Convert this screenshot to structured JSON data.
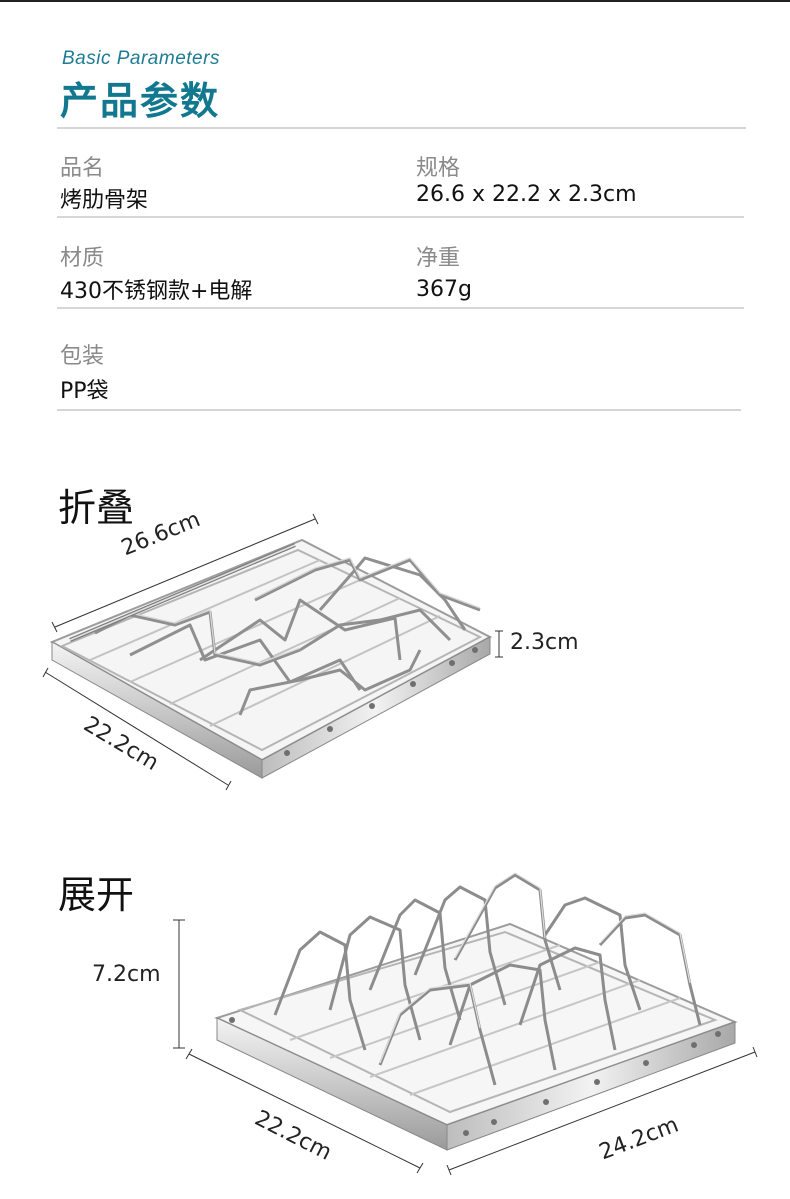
{
  "header": {
    "en_title": "Basic Parameters",
    "zh_title": "产品参数"
  },
  "params": {
    "name_label": "品名",
    "name_value": "烤肋骨架",
    "spec_label": "规格",
    "spec_value": "26.6 x 22.2 x 2.3cm",
    "material_label": "材质",
    "material_value": "430不锈钢款+电解",
    "weight_label": "净重",
    "weight_value": "367g",
    "package_label": "包装",
    "package_value": "PP袋"
  },
  "folded": {
    "title": "折叠",
    "length": "26.6cm",
    "width": "22.2cm",
    "height": "2.3cm"
  },
  "unfolded": {
    "title": "展开",
    "height": "7.2cm",
    "width": "22.2cm",
    "length": "24.2cm"
  }
}
